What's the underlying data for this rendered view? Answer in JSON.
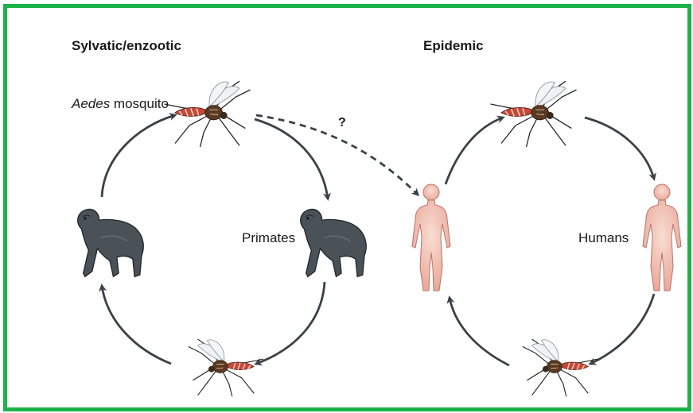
{
  "sylvatic_title": "Sylvatic/enzootic",
  "epidemic_title": "Epidemic",
  "mosquito_label_italic": "Aedes",
  "mosquito_label_rest": " mosquito",
  "primates_label": "Primates",
  "humans_label": "Humans",
  "uncertain_marker": "?",
  "colors": {
    "border": "#1db24a",
    "arrow": "#3a4147",
    "skin": "#f1c3b6",
    "primate": "#4a5157",
    "mosquito_body": "#5a3a22",
    "mosquito_abdomen": "#c8463a"
  }
}
